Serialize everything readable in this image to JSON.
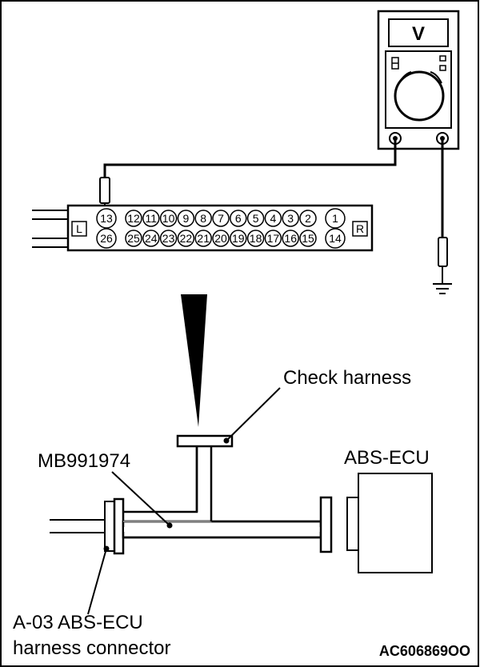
{
  "meter": {
    "display": "V"
  },
  "connector": {
    "left_marker": "L",
    "right_marker": "R",
    "top_row": [
      "13",
      "12",
      "11",
      "10",
      "9",
      "8",
      "7",
      "6",
      "5",
      "4",
      "3",
      "2",
      "1"
    ],
    "bottom_row": [
      "26",
      "25",
      "24",
      "23",
      "22",
      "21",
      "20",
      "19",
      "18",
      "17",
      "16",
      "15",
      "14"
    ]
  },
  "labels": {
    "check_harness": "Check harness",
    "tool": "MB991974",
    "ecu": "ABS-ECU",
    "harness_line1": "A-03 ABS-ECU",
    "harness_line2": "harness connector",
    "figure_code": "AC606869OO"
  }
}
